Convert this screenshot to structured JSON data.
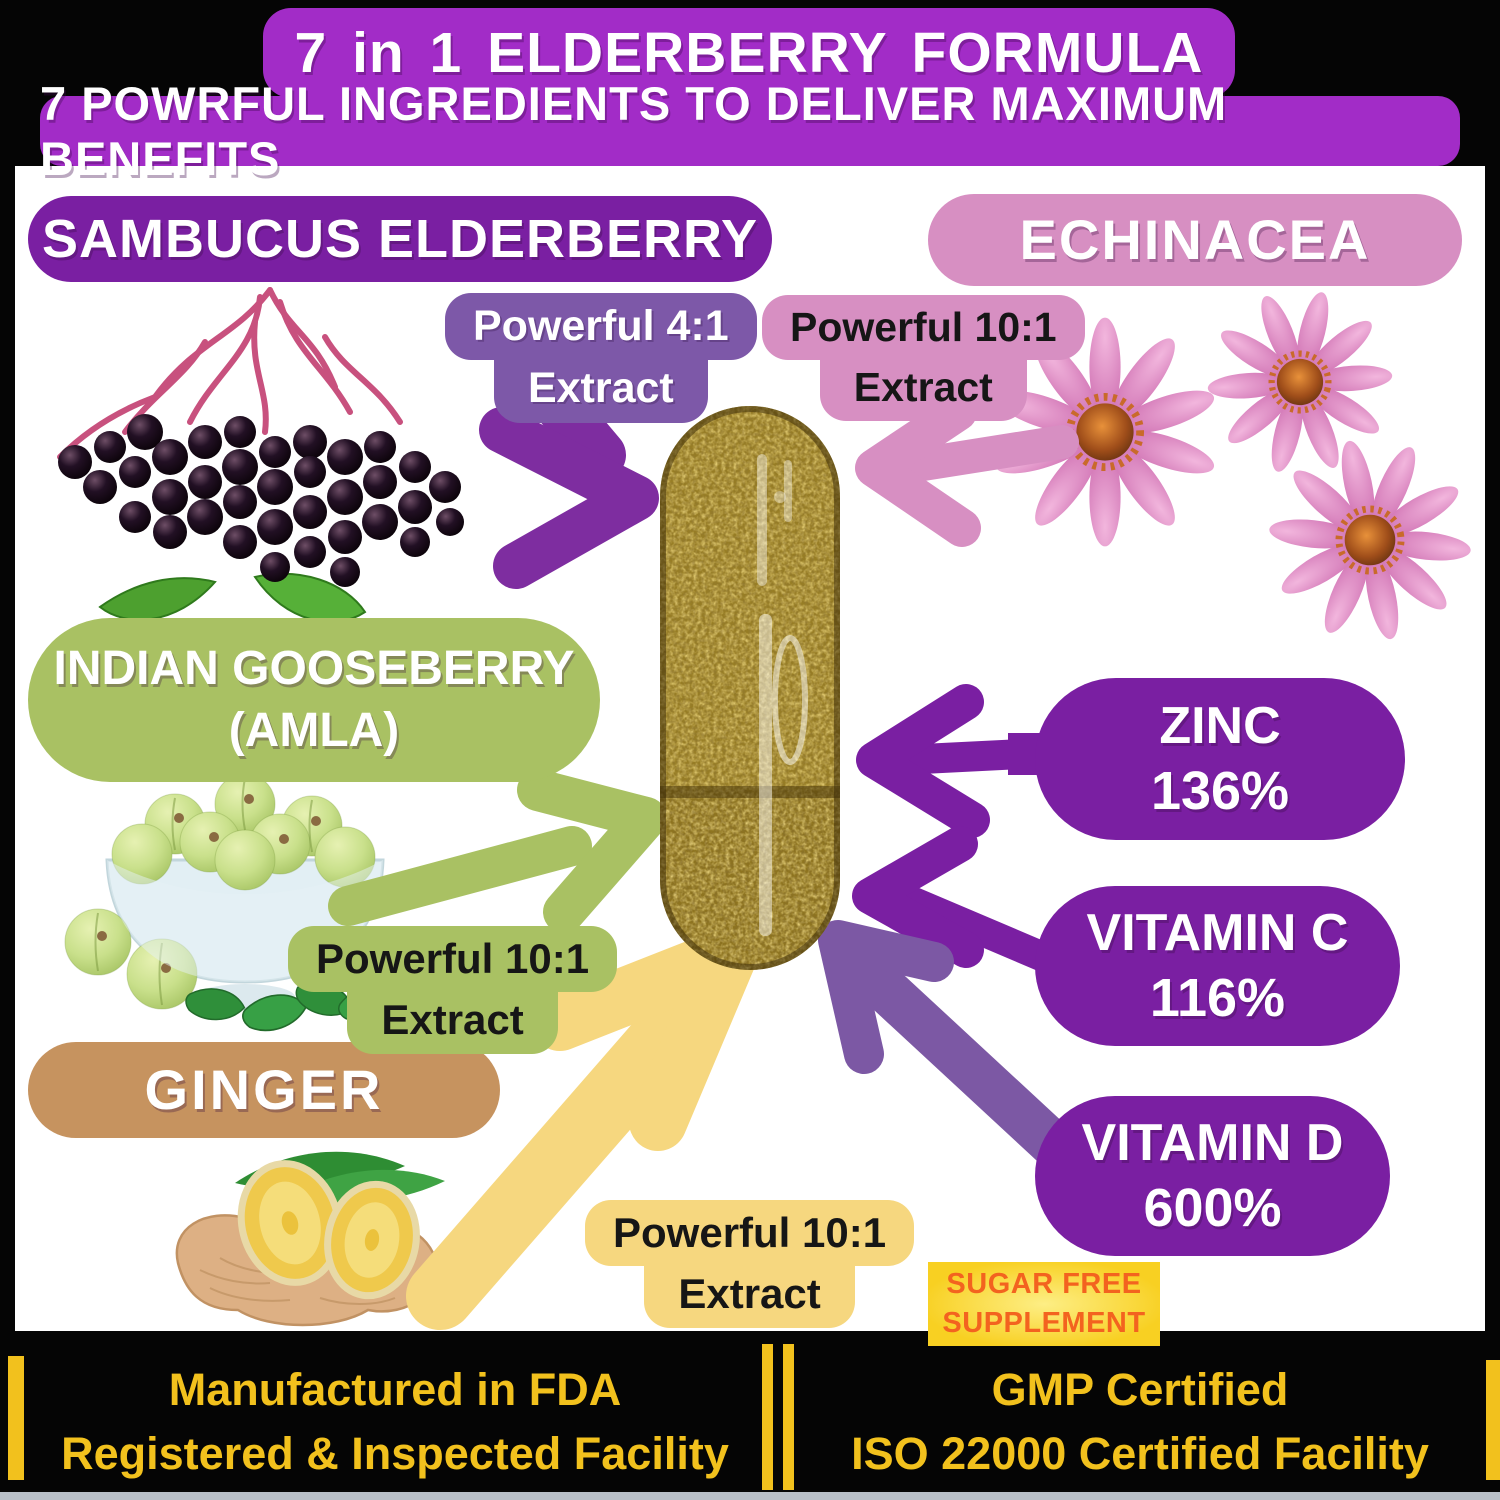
{
  "header": {
    "title": "7 in 1 ELDERBERRY FORMULA",
    "subtitle": "7 POWRFUL INGREDIENTS TO DELIVER MAXIMUM BENEFITS"
  },
  "labels": {
    "sambucus": "SAMBUCUS ELDERBERRY",
    "echinacea": "ECHINACEA",
    "gooseberry_line1": "INDIAN GOOSEBERRY",
    "gooseberry_line2": "(AMLA)",
    "ginger": "GINGER"
  },
  "extracts": {
    "elderberry": {
      "line1": "Powerful 4:1",
      "line2": "Extract"
    },
    "echinacea": {
      "line1": "Powerful 10:1",
      "line2": "Extract"
    },
    "gooseberry": {
      "line1": "Powerful 10:1",
      "line2": "Extract"
    },
    "ginger": {
      "line1": "Powerful 10:1",
      "line2": "Extract"
    }
  },
  "nutrients": [
    {
      "name": "ZINC",
      "value": "136%"
    },
    {
      "name": "VITAMIN C",
      "value": "116%"
    },
    {
      "name": "VITAMIN D",
      "value": "600%"
    }
  ],
  "badge": {
    "line1": "SUGAR FREE",
    "line2": "SUPPLEMENT"
  },
  "footer": {
    "left": {
      "line1": "Manufactured in FDA",
      "line2": "Registered & Inspected Facility"
    },
    "right": {
      "line1": "GMP Certified",
      "line2": "ISO 22000 Certified Facility"
    }
  },
  "illustrations": {
    "capsule": "transparent capsule filled with olive-brown herbal powder",
    "elderberry": "cluster of black elderberries on red stems with green leaves",
    "echinacea": "pink echinacea coneflowers with orange centers",
    "gooseberry": "green amla berries in a glass bowl with mint leaves",
    "ginger": "ginger root with two cut yellow slices and green leaves"
  },
  "colors": {
    "banner_purple": "#A22CC7",
    "deep_purple": "#7A1FA2",
    "medium_purple": "#7D58A8",
    "arrow_purple": "#7E2DA0",
    "pink": "#D78FC2",
    "green": "#A9C163",
    "tan": "#C6935F",
    "yellow": "#F6D77F",
    "badge_yellow": "#F8D022",
    "badge_orange": "#F3631F",
    "footer_yellow": "#F2C11D",
    "background": "#000000"
  }
}
